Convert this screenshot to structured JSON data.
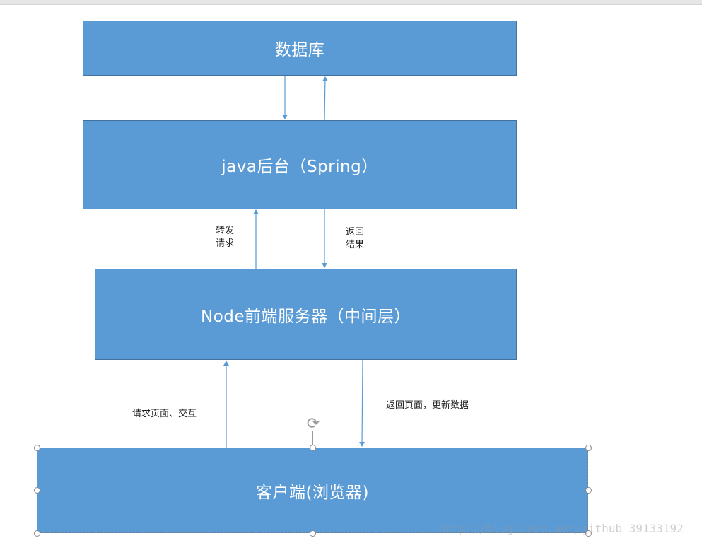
{
  "boxes": {
    "database": "数据库",
    "java_backend": "java后台（Spring）",
    "node_server": "Node前端服务器（中间层）",
    "client": "客户端(浏览器)"
  },
  "labels": {
    "forward_line1": "转发",
    "forward_line2": "请求",
    "return_line1": "返回",
    "return_line2": "结果",
    "request_page": "请求页面、交互",
    "return_page": "返回页面，更新数据"
  },
  "icons": {
    "rotate_handle": "rotate-icon"
  },
  "watermark": "http://blog.csdn.net/github_39133192",
  "colors": {
    "box_fill": "#5b9bd5",
    "box_border": "#41719c",
    "arrow": "#5b9bd5",
    "box_text": "#ffffff"
  }
}
